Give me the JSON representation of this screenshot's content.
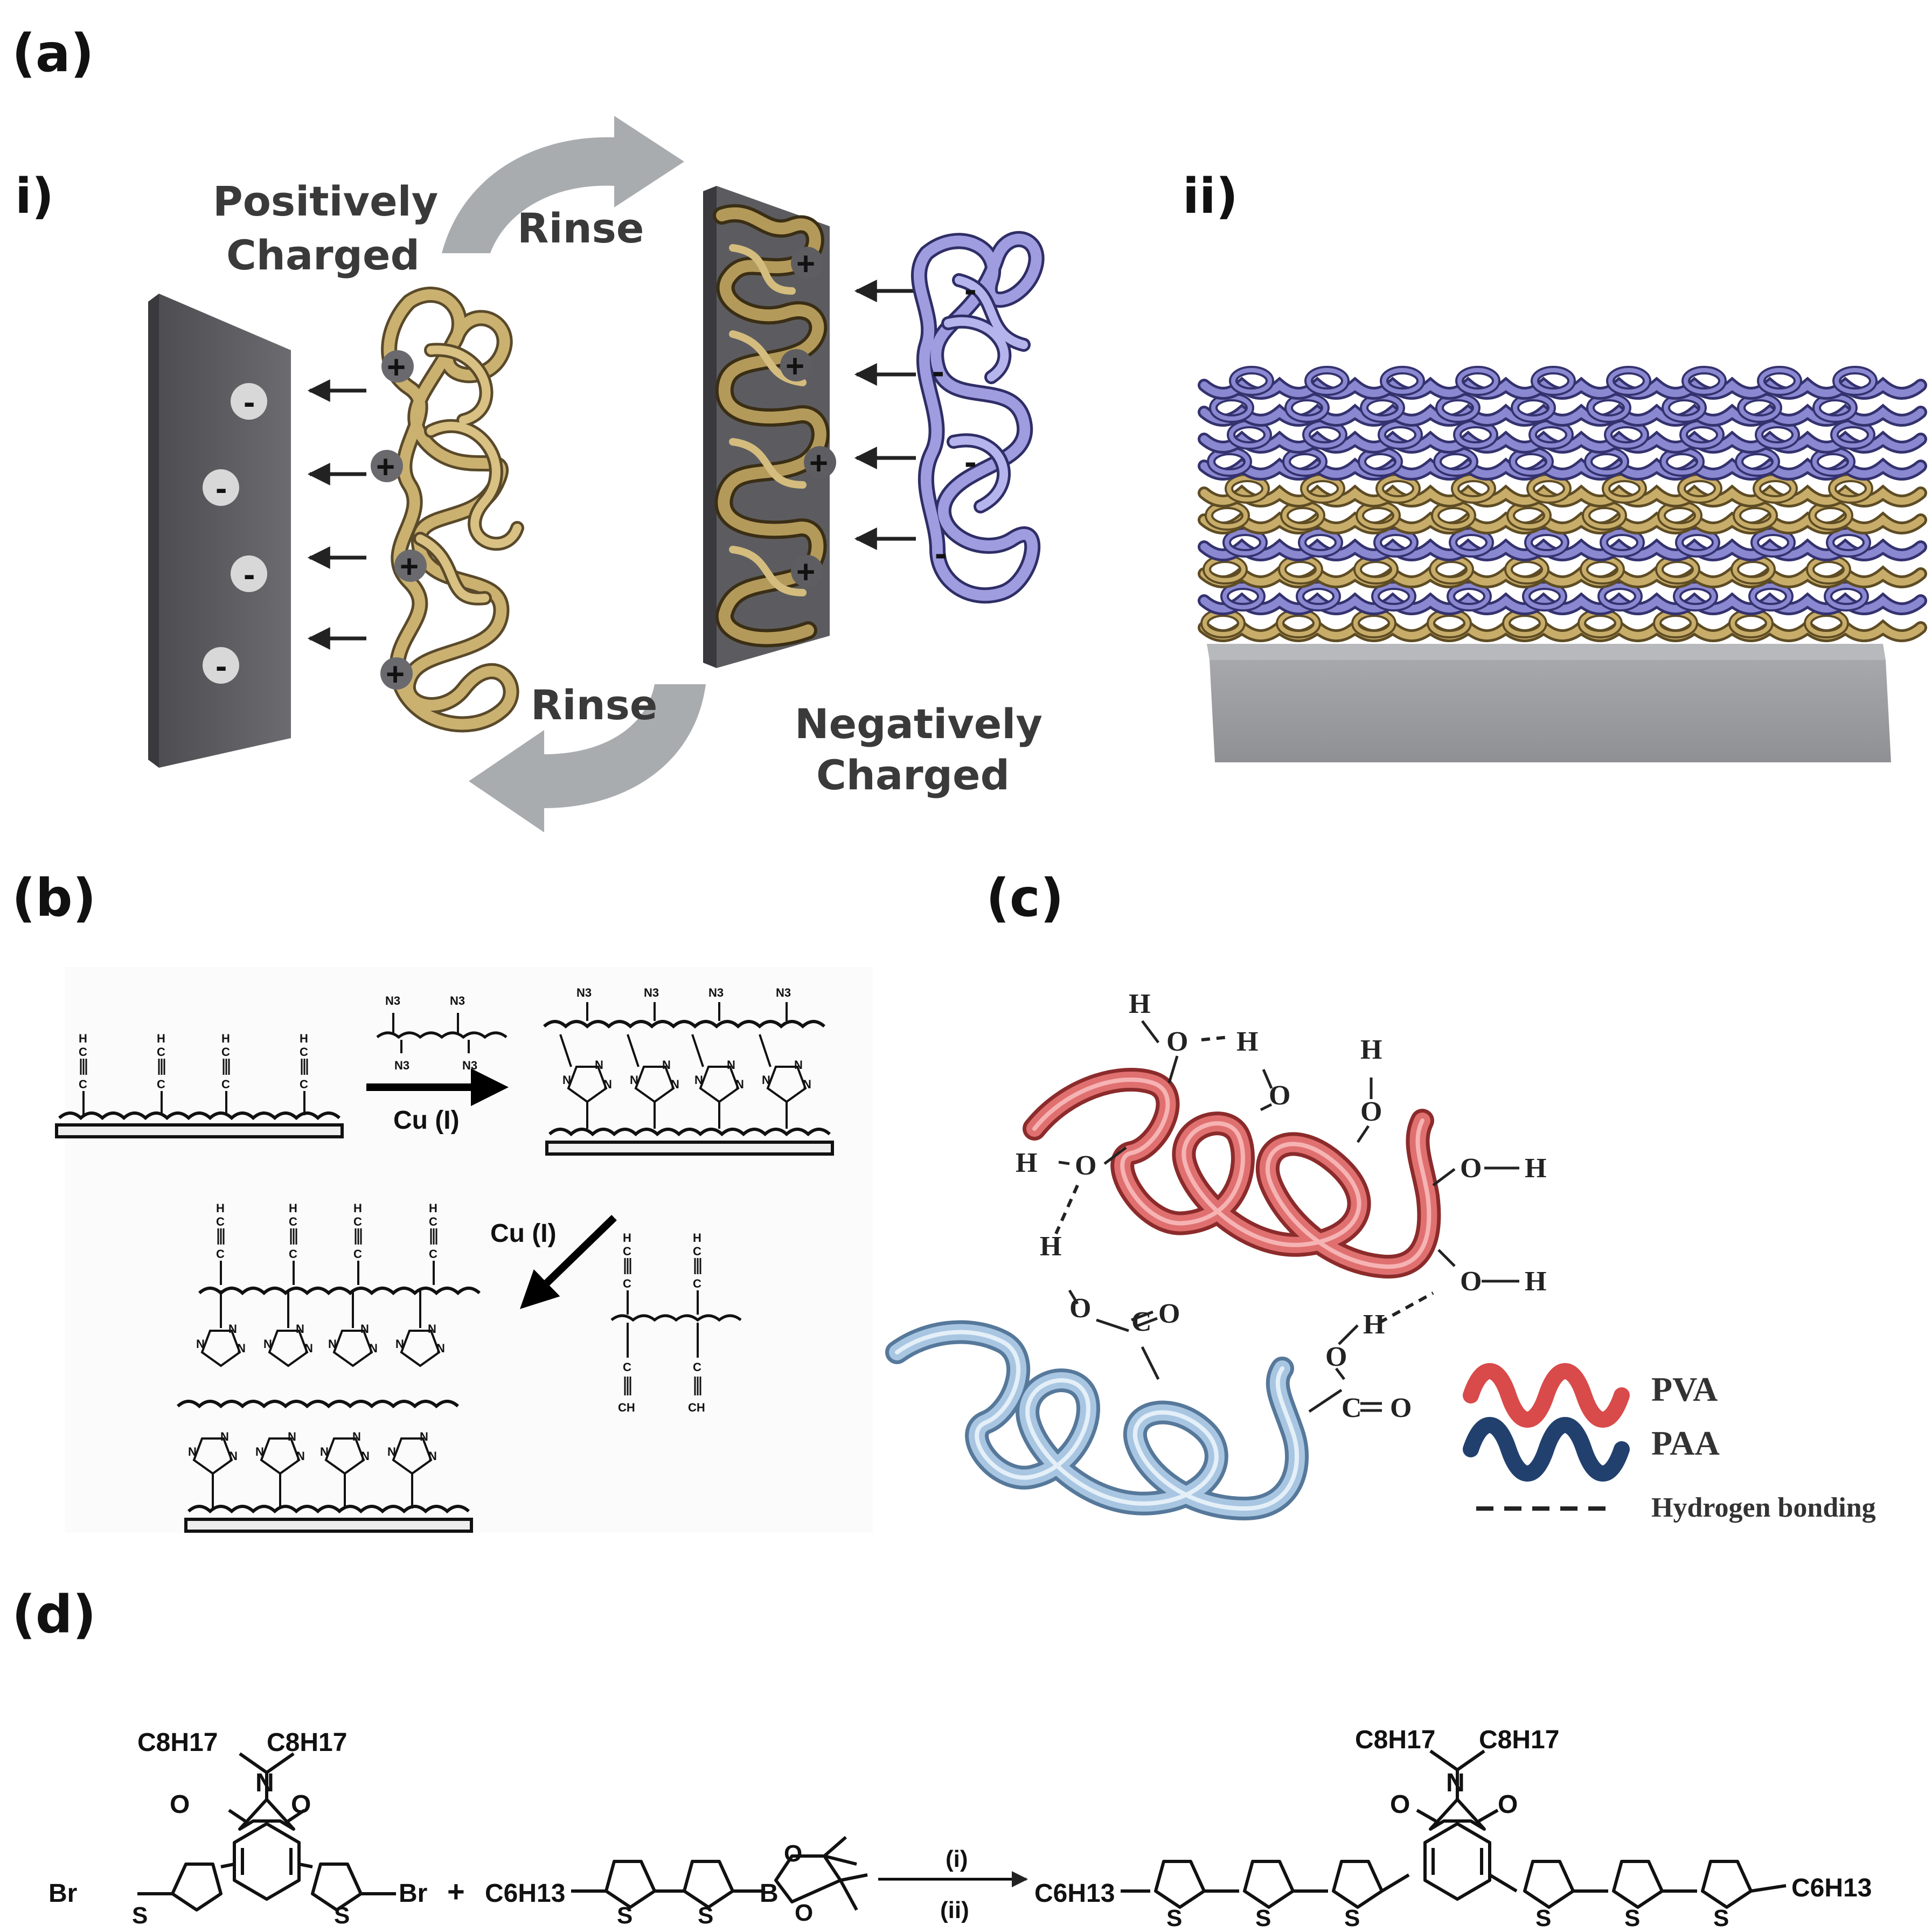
{
  "labels": {
    "a": "(a)",
    "b": "(b)",
    "c": "(c)",
    "d": "(d)",
    "a_i": "i)",
    "a_ii": "ii)"
  },
  "panel_a": {
    "positive_line1": "Positively",
    "positive_line2": "Charged",
    "negative_line1": "Negatively",
    "negative_line2": "Charged",
    "rinse_top": "Rinse",
    "rinse_bottom": "Rinse",
    "minus": "-",
    "plus": "+"
  },
  "panel_b": {
    "catalyst_1": "Cu (I)",
    "catalyst_2": "Cu (I)",
    "alkyne_h": "H",
    "alkyne_c": "C",
    "azide": "N3",
    "triazole_n": "N",
    "ch": "CH"
  },
  "panel_c": {
    "legend_pva": "PVA",
    "legend_paa": "PAA",
    "legend_hbond": "Hydrogen bonding",
    "atom_h": "H",
    "atom_o": "O",
    "atom_c": "C"
  },
  "panel_d": {
    "br": "Br",
    "plus": "+",
    "c8h17": "C8H17",
    "c6h13": "C6H13",
    "atom_o": "O",
    "atom_n": "N",
    "atom_s": "S",
    "atom_b": "B",
    "cond_i": "(i)",
    "cond_ii": "(ii)"
  },
  "colors": {
    "pos_polymer": "#c8ad6a",
    "neg_polymer": "#8a88d0",
    "substrate": "#5a5a5e",
    "arrow_grey": "#a9acaf",
    "pva": "#d96060",
    "paa": "#9cbcdc",
    "legend_pva": "#d94a4a",
    "legend_paa": "#22406e"
  }
}
